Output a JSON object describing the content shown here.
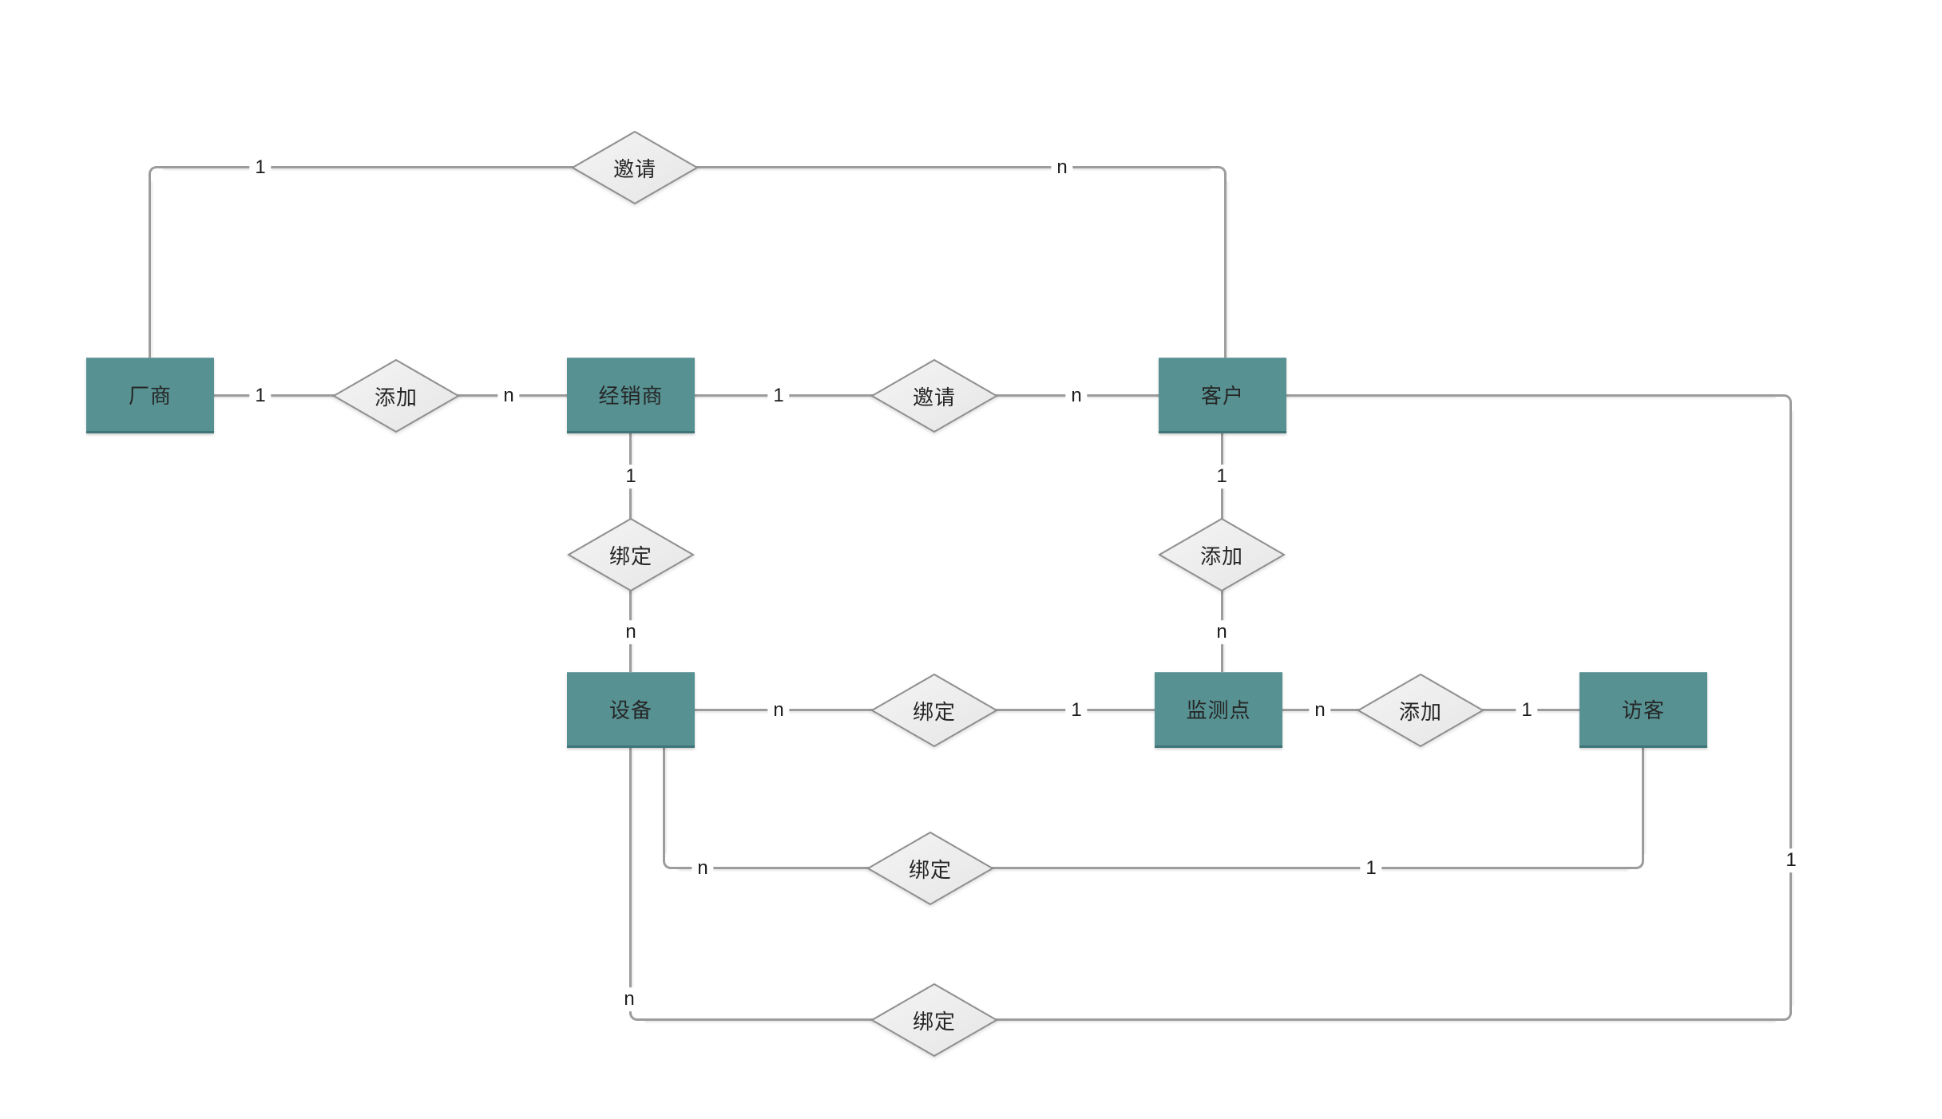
{
  "diagram": {
    "type": "entity-relationship",
    "entities": [
      {
        "id": "manufacturer",
        "label": "厂商"
      },
      {
        "id": "distributor",
        "label": "经销商"
      },
      {
        "id": "customer",
        "label": "客户"
      },
      {
        "id": "device",
        "label": "设备"
      },
      {
        "id": "monitoring-point",
        "label": "监测点"
      },
      {
        "id": "visitor",
        "label": "访客"
      }
    ],
    "connections": [
      {
        "from": "厂商",
        "relation": "邀请",
        "to": "客户",
        "from_card": "1",
        "to_card": "n"
      },
      {
        "from": "厂商",
        "relation": "添加",
        "to": "经销商",
        "from_card": "1",
        "to_card": "n"
      },
      {
        "from": "经销商",
        "relation": "邀请",
        "to": "客户",
        "from_card": "1",
        "to_card": "n"
      },
      {
        "from": "经销商",
        "relation": "绑定",
        "to": "设备",
        "from_card": "1",
        "to_card": "n"
      },
      {
        "from": "客户",
        "relation": "添加",
        "to": "监测点",
        "from_card": "1",
        "to_card": "n"
      },
      {
        "from": "设备",
        "relation": "绑定",
        "to": "监测点",
        "from_card": "n",
        "to_card": "1"
      },
      {
        "from": "监测点",
        "relation": "添加",
        "to": "访客",
        "from_card": "n",
        "to_card": "1"
      },
      {
        "from": "设备",
        "relation": "绑定",
        "to": "访客",
        "from_card": "n",
        "to_card": "1"
      },
      {
        "from": "设备",
        "relation": "绑定",
        "to": "客户",
        "from_card": "n",
        "to_card": "1"
      }
    ],
    "colors": {
      "entity_fill": "#579192",
      "entity_border_bottom": "#3f7576",
      "diamond_fill": "#ededed",
      "diamond_border": "#8f8f8f",
      "line": "#9c9c9c",
      "text": "#262626",
      "background": "#ffffff"
    }
  }
}
